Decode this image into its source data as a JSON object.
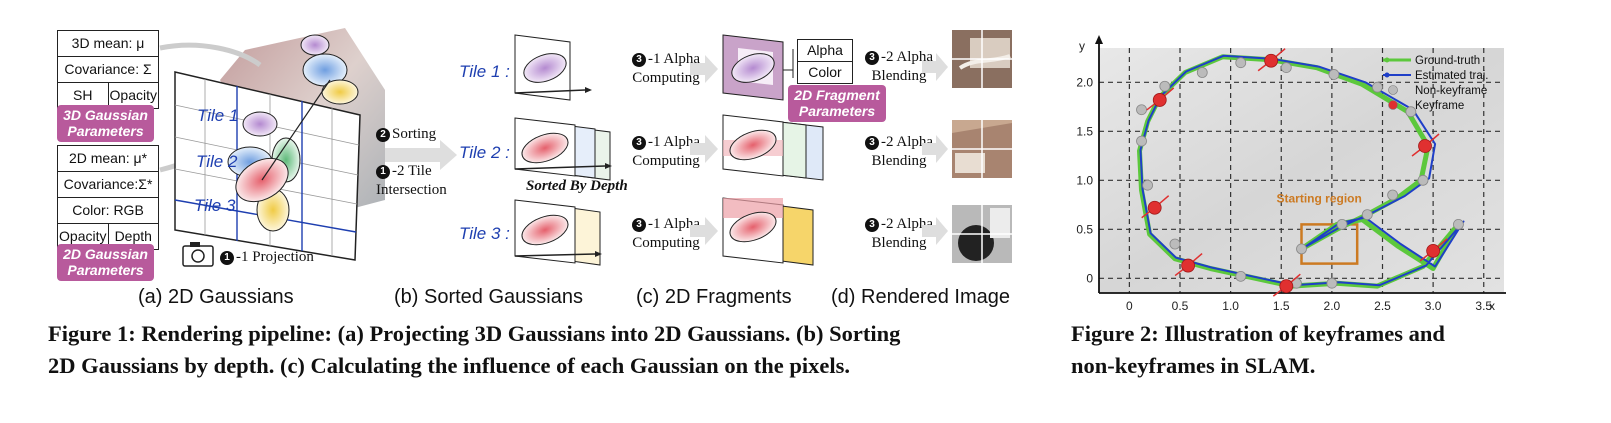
{
  "fig1": {
    "params_3d": {
      "mean": "3D mean: μ",
      "cov": "Covariance: Σ",
      "sh": "SH",
      "opacity": "Opacity",
      "title": "3D Gaussian Parameters"
    },
    "params_2d": {
      "mean": "2D mean: μ*",
      "cov": "Covariance:Σ*",
      "color": "Color: RGB",
      "opacity": "Opacity",
      "depth": "Depth",
      "title": "2D Gaussian Parameters"
    },
    "tiles": [
      "Tile 1",
      "Tile 2",
      "Tile 3"
    ],
    "tiles_b": [
      "Tile 1 :",
      "Tile 2 :",
      "Tile 3 :"
    ],
    "projection": {
      "num": "1",
      "text": "-1 Projection"
    },
    "sorting": {
      "num": "2",
      "text": "Sorting"
    },
    "intersection": {
      "num": "1",
      "text": "-2 Tile",
      "text2": "Intersection"
    },
    "sorted_by_depth": "Sorted By Depth",
    "alpha_computing": {
      "num": "3",
      "text": "-1 Alpha",
      "text2": "Computing"
    },
    "alpha_blending": {
      "num": "3",
      "text": "-2 Alpha",
      "text2": "Blending"
    },
    "frag_table": {
      "alpha": "Alpha",
      "color": "Color"
    },
    "frag_title": "2D Fragment Parameters",
    "subcaptions": [
      "(a) 2D Gaussians",
      "(b) Sorted Gaussians",
      "(c) 2D Fragments",
      "(d) Rendered Image"
    ],
    "caption_line1": "Figure 1: Rendering pipeline: (a) Projecting 3D Gaussians into 2D Gaussians. (b) Sorting",
    "caption_line2": "2D Gaussians by depth. (c) Calculating the influence of each Gaussian on the pixels."
  },
  "fig2": {
    "caption_line1": "Figure 2: Illustration of keyframes and",
    "caption_line2": "non-keyframes in SLAM.",
    "chart_data": {
      "type": "line",
      "title": "",
      "xlabel": "x",
      "ylabel": "y",
      "xlim": [
        -0.3,
        3.7
      ],
      "ylim": [
        -0.15,
        2.35
      ],
      "x_ticks": [
        "0",
        "0.5",
        "1.0",
        "1.5",
        "2.0",
        "2.5",
        "3.0",
        "3.5"
      ],
      "y_ticks": [
        "0",
        "0.5",
        "1.0",
        "1.5",
        "2.0"
      ],
      "grid": true,
      "legend_position": "top-right",
      "annotation": "Starting region",
      "series": [
        {
          "name": "Ground-truth",
          "color": "#5cc83c",
          "x": [
            1.7,
            2.05,
            2.3,
            2.65,
            3.0,
            3.25,
            2.9,
            2.45,
            2.05,
            1.6,
            1.2,
            0.8,
            0.45,
            0.2,
            0.12,
            0.1,
            0.18,
            0.3,
            0.55,
            0.92,
            1.4,
            1.85,
            2.3,
            2.75,
            2.95,
            2.88,
            2.65,
            2.35,
            2.05,
            1.7
          ],
          "y": [
            0.3,
            0.55,
            0.6,
            0.33,
            0.1,
            0.55,
            0.12,
            -0.08,
            -0.05,
            -0.08,
            0.01,
            0.1,
            0.2,
            0.45,
            0.9,
            1.3,
            1.6,
            1.85,
            2.1,
            2.26,
            2.23,
            2.15,
            1.98,
            1.7,
            1.35,
            1.0,
            0.82,
            0.65,
            0.5,
            0.3
          ]
        },
        {
          "name": "Estimated traj.",
          "color": "#1f3fc8",
          "x": [
            1.72,
            2.07,
            2.33,
            2.68,
            3.02,
            3.3,
            2.93,
            2.47,
            2.07,
            1.62,
            1.21,
            0.81,
            0.46,
            0.21,
            0.13,
            0.11,
            0.19,
            0.31,
            0.56,
            0.93,
            1.41,
            1.87,
            2.33,
            2.8,
            3.02,
            2.96,
            2.72,
            2.4,
            2.08,
            1.72
          ],
          "y": [
            0.31,
            0.56,
            0.62,
            0.35,
            0.12,
            0.58,
            0.13,
            -0.07,
            -0.04,
            -0.07,
            0.02,
            0.11,
            0.21,
            0.46,
            0.91,
            1.31,
            1.61,
            1.86,
            2.11,
            2.27,
            2.24,
            2.16,
            2.0,
            1.72,
            1.37,
            1.02,
            0.84,
            0.67,
            0.52,
            0.31
          ]
        }
      ],
      "nonkeyframes": {
        "name": "Non-keyframe",
        "color": "#bbbbbb",
        "x": [
          1.7,
          2.1,
          3.25,
          2.0,
          1.65,
          1.1,
          0.45,
          0.18,
          0.12,
          0.12,
          0.35,
          0.72,
          1.1,
          1.55,
          2.02,
          2.45,
          2.78,
          2.9,
          2.6,
          2.35
        ],
        "y": [
          0.3,
          0.55,
          0.55,
          -0.05,
          -0.05,
          0.02,
          0.35,
          0.95,
          1.4,
          1.72,
          1.96,
          2.1,
          2.2,
          2.15,
          2.08,
          1.95,
          1.7,
          1.0,
          0.85,
          0.65
        ]
      },
      "keyframes": {
        "name": "Keyframe",
        "color": "#e03030",
        "x": [
          0.3,
          1.4,
          2.92,
          0.25,
          0.58,
          1.55,
          3.0
        ],
        "y": [
          1.82,
          2.22,
          1.35,
          0.72,
          0.13,
          -0.08,
          0.28
        ]
      },
      "starting_region": {
        "x": [
          1.7,
          2.25
        ],
        "y": [
          0.15,
          0.55
        ],
        "color": "#cc7a22"
      }
    }
  }
}
